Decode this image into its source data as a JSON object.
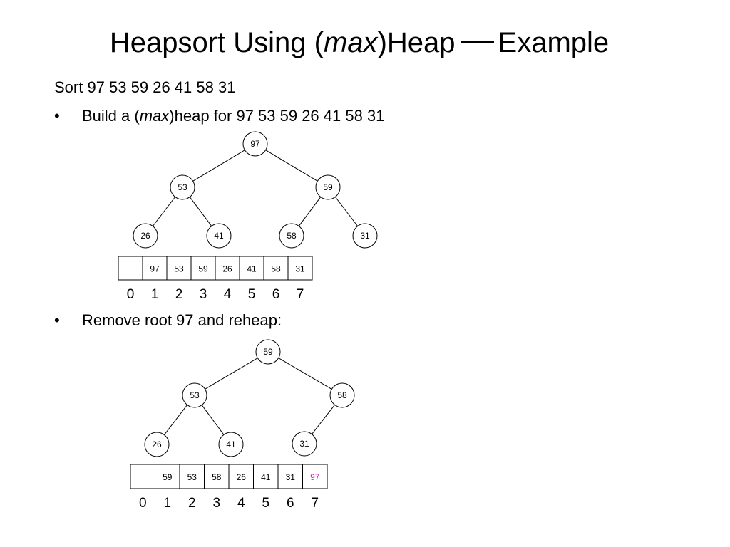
{
  "title": {
    "prefix": "Heapsort Using (",
    "emph": "max",
    "suffix": ")Heap",
    "tail": "Example"
  },
  "sort_line": "Sort 97  53  59  26  41  58  31",
  "bullet1": {
    "prefix": "Build a (",
    "emph": "max",
    "suffix": ")heap for 97  53  59  26  41  58  31"
  },
  "bullet2": "Remove root 97 and reheap:",
  "bullet_symbol": "•",
  "highlight_color": "#e815c8",
  "heaps": [
    {
      "nodes": [
        "97",
        "53",
        "59",
        "26",
        "41",
        "58",
        "31"
      ],
      "array": [
        "",
        "97",
        "53",
        "59",
        "26",
        "41",
        "58",
        "31"
      ],
      "indices": [
        "0",
        "1",
        "2",
        "3",
        "4",
        "5",
        "6",
        "7"
      ],
      "highlight": []
    },
    {
      "nodes": [
        "59",
        "53",
        "58",
        "26",
        "41",
        "31"
      ],
      "array": [
        "",
        "59",
        "53",
        "58",
        "26",
        "41",
        "31",
        "97"
      ],
      "indices": [
        "0",
        "1",
        "2",
        "3",
        "4",
        "5",
        "6",
        "7"
      ],
      "highlight": [
        7
      ]
    }
  ]
}
